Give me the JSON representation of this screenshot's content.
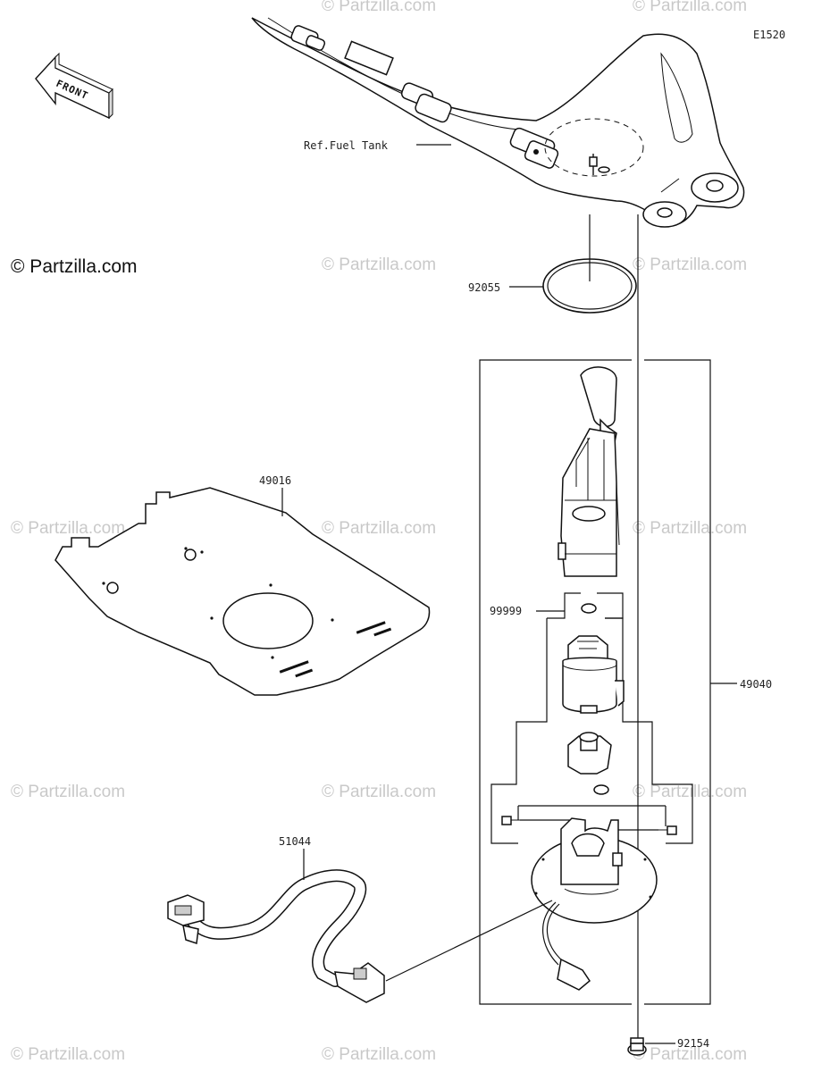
{
  "diagram": {
    "code": "E1520",
    "front_label": "FRONT",
    "copyright": "© Partzilla.com",
    "watermark": "© Partzilla.com",
    "labels": {
      "ref_fuel_tank": "Ref.Fuel Tank",
      "p92055": "92055",
      "p49016": "49016",
      "p99999": "99999",
      "p49040": "49040",
      "p51044": "51044",
      "p92154": "92154"
    }
  }
}
